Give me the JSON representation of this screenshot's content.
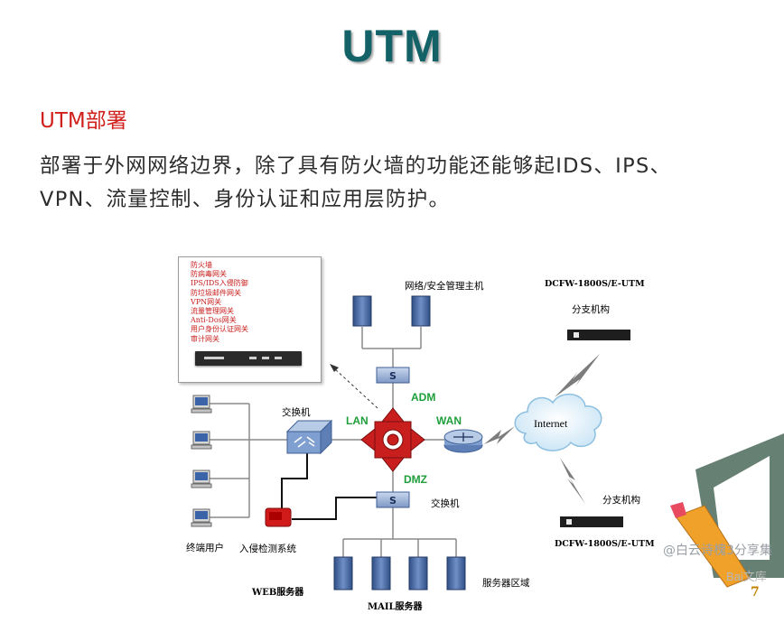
{
  "slide": {
    "title": "UTM",
    "section_heading": "UTM部署",
    "body_line1": "部署于外网网络边界，除了具有防火墙的功能还能够起IDS、IPS、",
    "body_line2": "VPN、流量控制、身份认证和应用层防护。",
    "page_number": "7",
    "watermark": "@白云诗槐3分享集",
    "watermark_logo": "Bai文库"
  },
  "diagram": {
    "feature_list": [
      "防火墙",
      "防病毒网关",
      "IPS/IDS入侵防御",
      "防垃圾邮件网关",
      "VPN网关",
      "流量管理网关",
      "Anti-Dos网关",
      "用户身份认证网关",
      "审计网关"
    ],
    "labels": {
      "mgmt_host": "网络/安全管理主机",
      "adm": "ADM",
      "lan": "LAN",
      "wan": "WAN",
      "dmz": "DMZ",
      "switch_top": "交换机",
      "switch_dmz": "交换机",
      "internet": "Internet",
      "dcfw_top": "DCFW-1800S/E-UTM",
      "branch_top": "分支机构",
      "branch_bottom": "分支机构",
      "dcfw_bottom": "DCFW-1800S/E-UTM",
      "end_users": "终端用户",
      "ids": "入侵检测系统",
      "server_zone": "服务器区域",
      "web_server": "WEB服务器",
      "mail_server": "MAIL服务器"
    },
    "colors": {
      "utm_device": "#c81e1e",
      "link_green": "#1f9e3a",
      "server_blue": "#4f6fa8",
      "title_teal": "#136268",
      "heading_red": "#d0201c"
    }
  }
}
